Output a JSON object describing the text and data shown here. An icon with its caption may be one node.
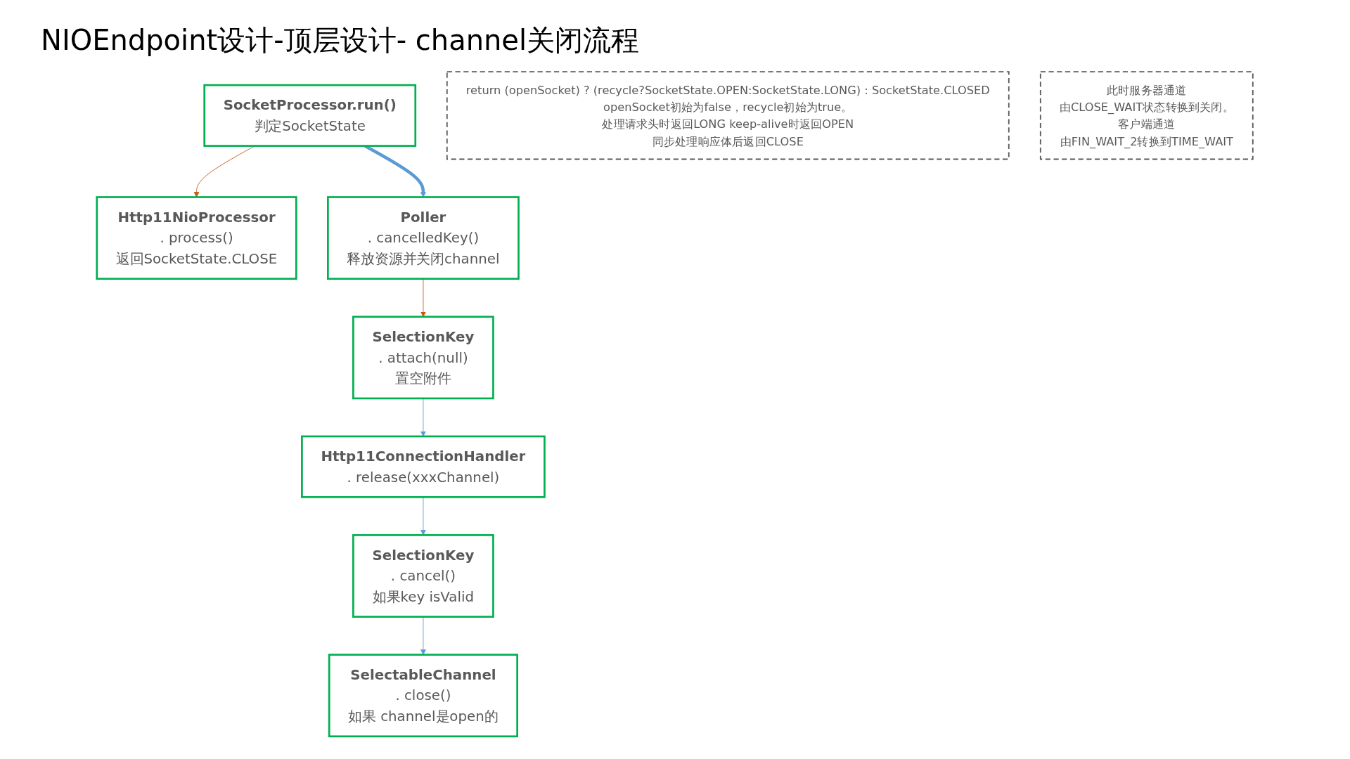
{
  "diagram": {
    "title": "NIOEndpoint设计-顶层设计- channel关闭流程",
    "nodes": [
      {
        "text": [
          "SocketProcessor.run()",
          "判定SocketState"
        ]
      },
      {
        "text": [
          "Http11NioProcessor",
          ". process()",
          "返回SocketState.CLOSE"
        ]
      },
      {
        "text": [
          "return (openSocket) ? (recycle?SocketState.OPEN:SocketState.LONG) : SocketState.CLOSED",
          "openSocket初始为false，recycle初始为true。",
          "处理请求头时返回LONG keep-alive时返回OPEN",
          "同步处理响应体后返回CLOSE"
        ]
      },
      {
        "text": [
          "Poller",
          ". cancelledKey()",
          "释放资源并关闭channel"
        ]
      },
      {
        "text": [
          "SelectionKey",
          ". attach(null)",
          "置空附件"
        ]
      },
      {
        "text": [
          "Http11ConnectionHandler",
          ". release(xxxChannel)"
        ]
      },
      {
        "text": [
          "SelectionKey",
          ". cancel()",
          "如果key isValid"
        ]
      },
      {
        "text": [
          "此时服务器通道",
          "由CLOSE_WAIT状态转换到关闭。",
          "客户端通道",
          "由FIN_WAIT_2转换到TIME_WAIT"
        ]
      },
      {
        "text": [
          "SelectableChannel",
          ". close()",
          "如果 channel是open的"
        ]
      }
    ],
    "edges": [
      {
        "from": 0,
        "to": 1,
        "arrow": "to",
        "color": "#c55a11"
      },
      {
        "from": 0,
        "to": 3,
        "arrow": "to",
        "style": "thick"
      },
      {
        "from": 3,
        "to": 4,
        "arrow": "to",
        "color": "#c55a11"
      },
      {
        "from": 4,
        "to": 5,
        "arrow": "to"
      },
      {
        "from": 5,
        "to": 6,
        "arrow": "to"
      },
      {
        "from": 6,
        "to": 8,
        "arrow": "to"
      }
    ]
  }
}
